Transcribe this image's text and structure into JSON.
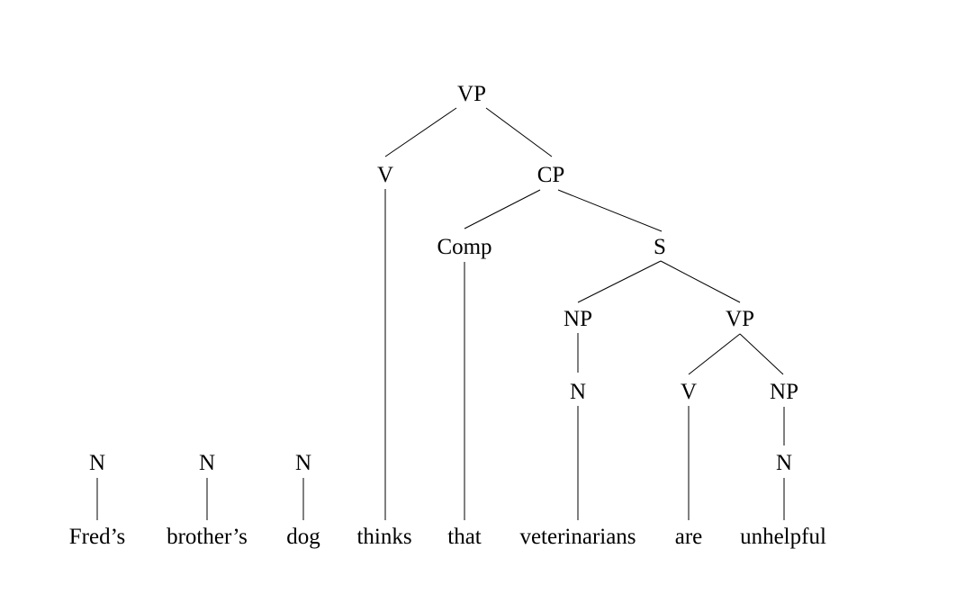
{
  "tree": {
    "nodes": {
      "vp_root": "VP",
      "v_main": "V",
      "cp": "CP",
      "comp": "Comp",
      "s": "S",
      "np_subj": "NP",
      "vp_inner": "VP",
      "n_subj": "N",
      "v_are": "V",
      "np_obj": "NP",
      "n_obj": "N",
      "n_freds": "N",
      "n_brothers": "N",
      "n_dog": "N"
    },
    "words": [
      "Fred’s",
      "brother’s",
      "dog",
      "thinks",
      "that",
      "veterinarians",
      "are",
      "unhelpful"
    ]
  }
}
